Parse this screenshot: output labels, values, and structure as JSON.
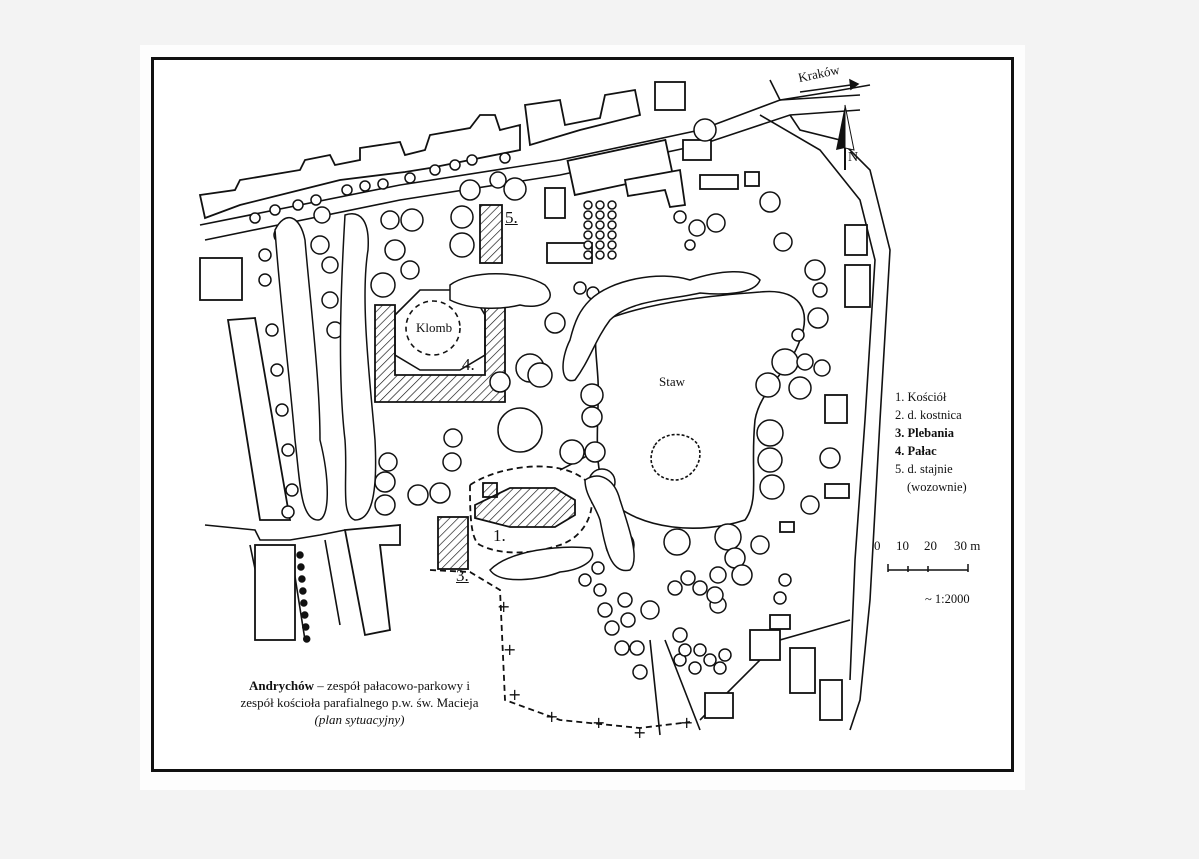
{
  "map": {
    "title": "Andrychów",
    "title_rest": "– zespół pałacowo-parkowy i",
    "title_line2": "zespół kościoła parafialnego p.w. św. Macieja",
    "subtitle": "(plan sytuacyjny)",
    "road_label": "Kraków",
    "north_label": "N",
    "pond_label": "Staw",
    "flowerbed_label": "Klomb",
    "numbers": [
      "1.",
      "3.",
      "4.",
      "5."
    ]
  },
  "legend": [
    {
      "text": "1. Kościół",
      "bold": false
    },
    {
      "text": "2. d. kostnica",
      "bold": false
    },
    {
      "text": "3. Plebania",
      "bold": true
    },
    {
      "text": "4. Pałac",
      "bold": true
    },
    {
      "text": "5. d. stajnie",
      "bold": false
    },
    {
      "text": "(wozownie)",
      "bold": false
    }
  ],
  "scale": {
    "ticks": [
      "0",
      "10",
      "20",
      "30 m"
    ],
    "ratio": "~ 1:2000"
  },
  "colors": {
    "ink": "#111111",
    "paper": "#ffffff",
    "background": "#f3f3f3"
  }
}
